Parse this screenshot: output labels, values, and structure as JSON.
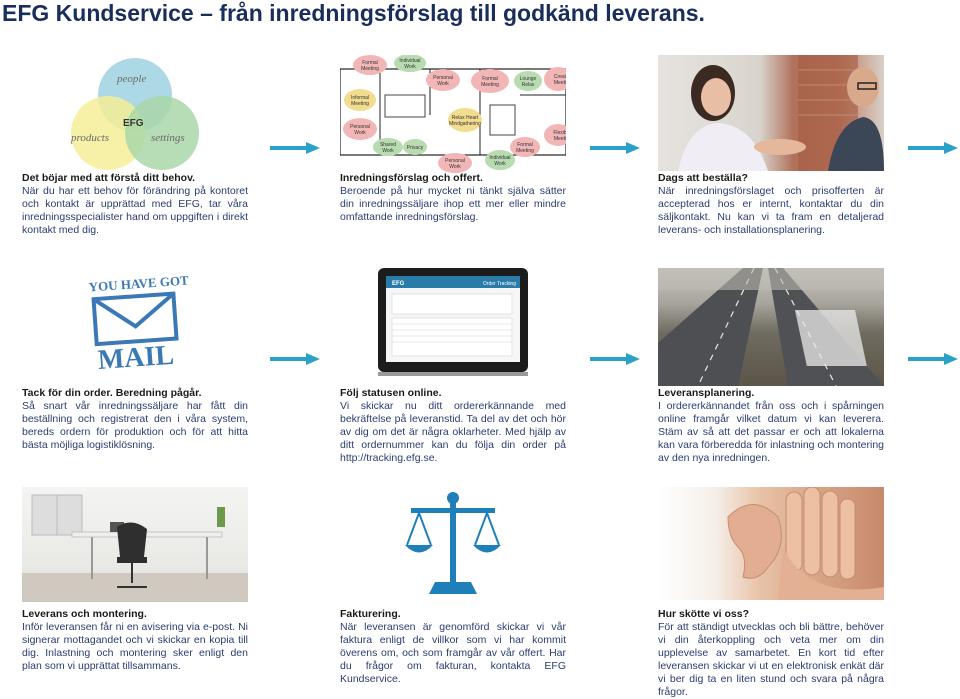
{
  "title": "EFG Kundservice – från inredningsförslag till godkänd leverans.",
  "venn": {
    "people": "people",
    "products": "products",
    "settings": "settings",
    "center": "EFG"
  },
  "floorplan_labels": [
    "Formal Meeting",
    "Individual Work",
    "Informal Meeting",
    "Personal Work",
    "Formal Meeting",
    "Lounge Relax",
    "Creat Meeti",
    "Personal Work",
    "Relax Heart Mindgathering",
    "Shared Work",
    "Privacy",
    "Personal Work",
    "Individual Work",
    "Formal Meeting",
    "Flexib Meeti"
  ],
  "mail": {
    "line1": "YOU HAVE GOT",
    "line2": "MAIL"
  },
  "laptop": {
    "brand": "EFG",
    "header_right": "Order Tracking"
  },
  "steps": [
    {
      "heading": "Det böjar med att förstå ditt behov.",
      "body": "När du har ett behov för förändring på kontoret och kontakt är upprättad med EFG, tar våra inredningsspecialister hand om uppgiften i direkt kontakt med dig."
    },
    {
      "heading": "Inredningsförslag och offert.",
      "body": "Beroende på hur mycket ni tänkt själva sätter din inredningssäljare ihop ett mer eller mindre omfattande inredningsförslag."
    },
    {
      "heading": "Dags att beställa?",
      "body": "När inredningsförslaget och prisofferten är accepterad hos er internt, kontaktar du din säljkontakt. Nu kan vi ta fram en detaljerad leverans- och installationsplanering."
    },
    {
      "heading": "Tack för din order. Beredning pågår.",
      "body": "Så snart vår inredningssäljare har fått din beställning och registrerat den i våra system, bereds ordern för produktion och för att hitta bästa möjliga logistiklösning."
    },
    {
      "heading": "Följ statusen online.",
      "body": "Vi skickar nu ditt ordererkännande med bekräftelse på leveranstid. Ta del av det och hör av dig om det är några oklarheter. Med hjälp av ditt ordernummer kan du följa din order på http://tracking.efg.se."
    },
    {
      "heading": "Leveransplanering.",
      "body": "I ordererkännandet från oss och i spårningen online framgår vilket datum vi kan leverera. Stäm av så att det passar er och att lokalerna kan vara förberedda för inlastning och montering av den nya inredningen."
    },
    {
      "heading": "Leverans och montering.",
      "body": "Inför leveransen får ni en avisering via e-post. Ni signerar mottagandet och vi skickar en kopia till dig. Inlastning och montering sker enligt den plan som vi upprättat tillsammans."
    },
    {
      "heading": "Fakturering.",
      "body": "När leveransen är genomförd skickar vi vår faktura enligt de villkor som vi har kommit överens om, och som framgår av vår offert. Har du frågor om fakturan, kontakta EFG Kundservice."
    },
    {
      "heading": "Hur skötte vi oss?",
      "body": "För att ständigt utvecklas och bli bättre, behöver vi din återkoppling och veta mer om din upplevelse av samarbetet. En kort tid efter leveransen skickar vi ut en elektronisk enkät där vi ber dig ta en liten stund och svara på några frågor."
    }
  ],
  "colors": {
    "title": "#1a2e5c",
    "arrow": "#2aa2c8",
    "scale": "#1f7fb8"
  }
}
